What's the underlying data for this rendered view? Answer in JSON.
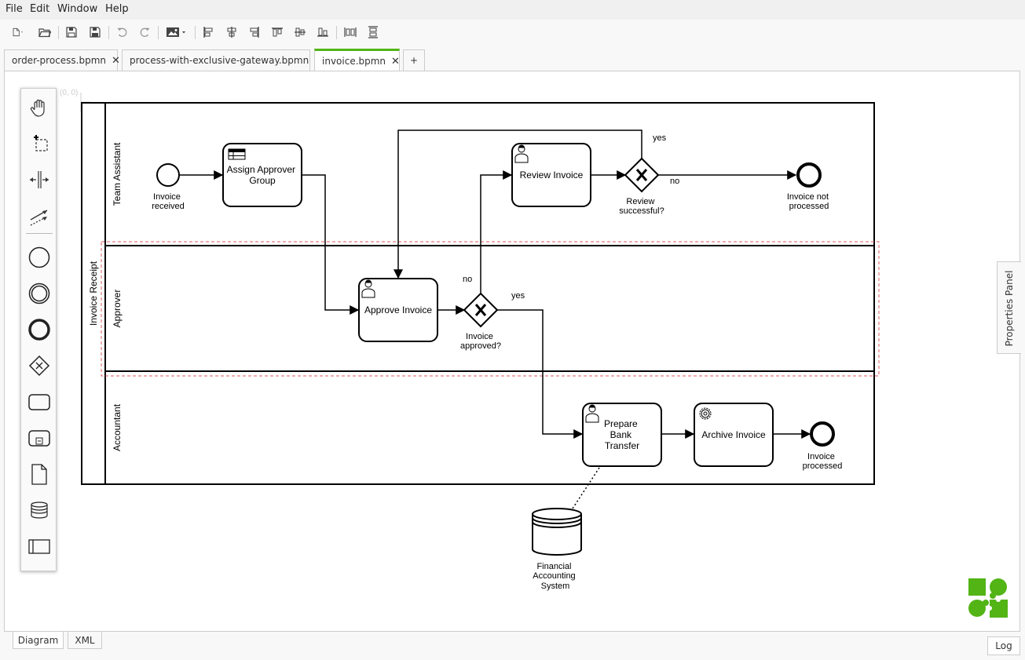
{
  "menu": [
    "File",
    "Edit",
    "Window",
    "Help"
  ],
  "toolbar": {
    "buttons": [
      "new-file",
      "open-file",
      "save",
      "save-as",
      "undo",
      "redo",
      "export-image",
      "align-left",
      "align-center",
      "align-right",
      "align-top",
      "align-middle",
      "align-bottom",
      "distribute-horizontal",
      "distribute-vertical"
    ]
  },
  "tabs": [
    {
      "label": "order-process.bpmn",
      "active": false
    },
    {
      "label": "process-with-exclusive-gateway.bpmn",
      "active": false
    },
    {
      "label": "invoice.bpmn",
      "active": true
    }
  ],
  "add_tab_label": "+",
  "close_glyph": "✕",
  "canvas": {
    "origin_label": "(0, 0)"
  },
  "palette": [
    "hand-tool",
    "lasso-tool",
    "space-tool",
    "global-connect-tool",
    "start-event",
    "intermediate-event",
    "end-event",
    "gateway",
    "task",
    "subprocess",
    "data-object",
    "data-store",
    "participant"
  ],
  "diagram": {
    "pool": "Invoice Receipt",
    "lanes": [
      "Team Assistant",
      "Approver",
      "Accountant"
    ],
    "tasks": {
      "assign": [
        "Assign Approver",
        "Group"
      ],
      "review": [
        "Review Invoice"
      ],
      "approve": [
        "Approve Invoice"
      ],
      "prepare": [
        "Prepare",
        "Bank",
        "Transfer"
      ],
      "archive": [
        "Archive Invoice"
      ]
    },
    "events": {
      "start": [
        "Invoice",
        "received"
      ],
      "end_not_processed": [
        "Invoice not",
        "processed"
      ],
      "end_processed": [
        "Invoice",
        "processed"
      ]
    },
    "gateways": {
      "review": [
        "Review",
        "successful?"
      ],
      "approved": [
        "Invoice",
        "approved?"
      ]
    },
    "flow_labels": {
      "review_yes": "yes",
      "review_no": "no",
      "approved_no": "no",
      "approved_yes": "yes"
    },
    "data_store": [
      "Financial",
      "Accounting",
      "System"
    ]
  },
  "properties_panel_label": "Properties Panel",
  "bottom_tabs": [
    {
      "label": "Diagram",
      "active": true
    },
    {
      "label": "XML",
      "active": false
    }
  ],
  "log_label": "Log",
  "colors": {
    "accent": "#52b415",
    "selection": "#e05b5b"
  }
}
